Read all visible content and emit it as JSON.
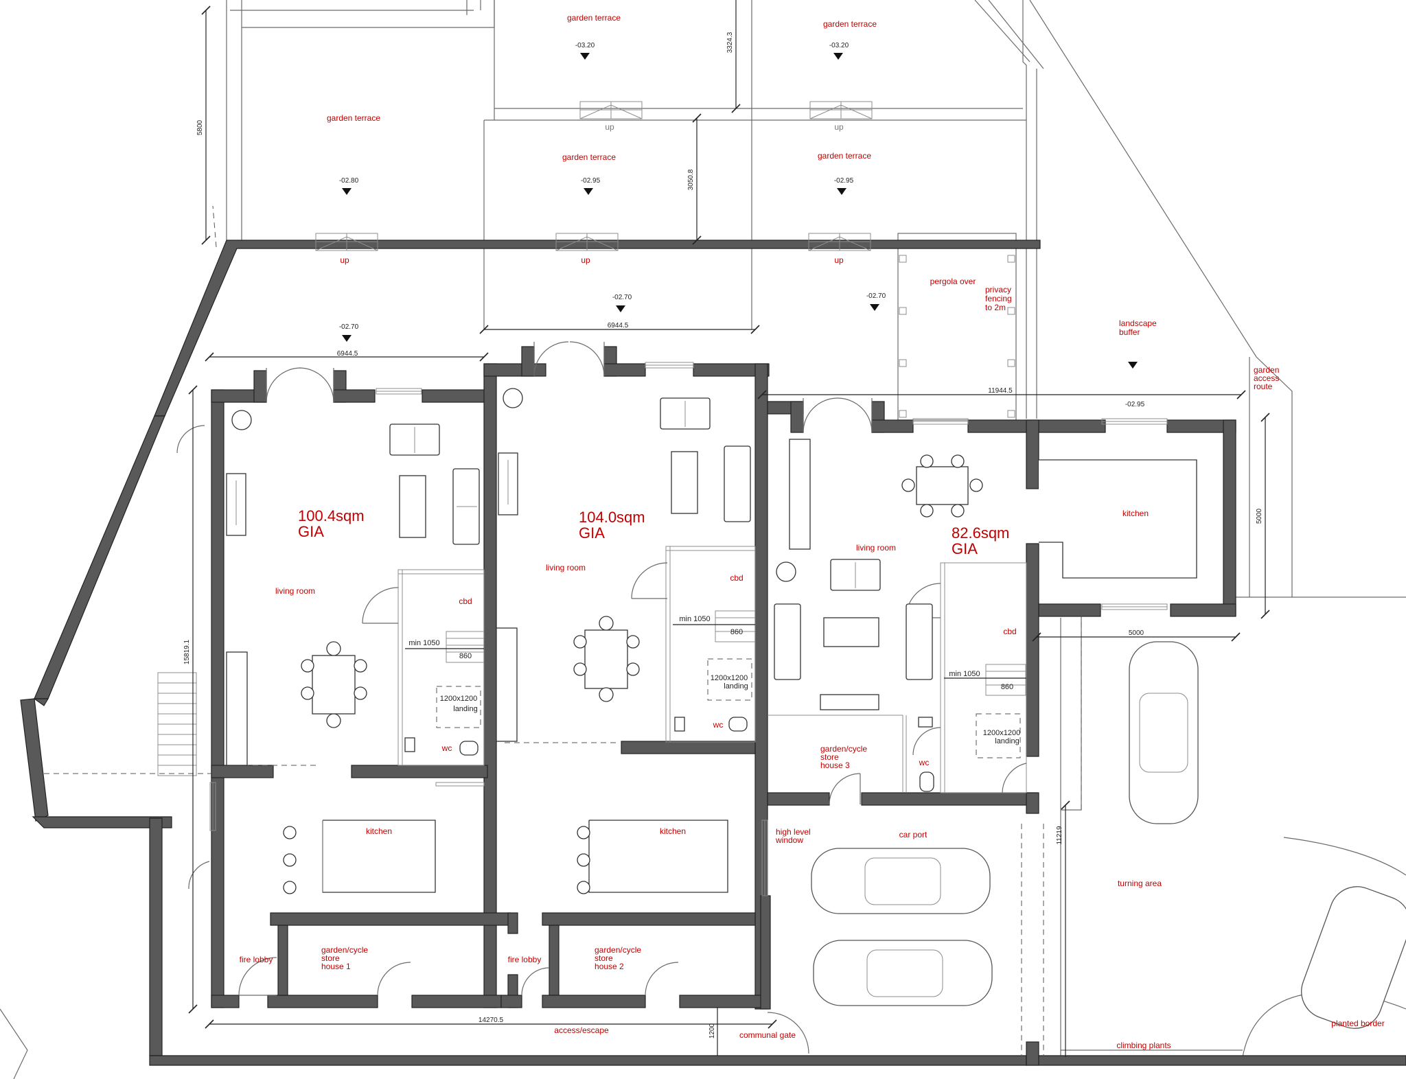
{
  "labels": {
    "garden_terrace": "garden terrace",
    "up": "up",
    "pergola_over": "pergola over",
    "privacy_fencing": [
      "privacy",
      "fencing",
      "to 2m"
    ],
    "landscape_buffer": [
      "landscape",
      "buffer"
    ],
    "garden_access_route": [
      "garden",
      "access",
      "route"
    ],
    "house1_area": [
      "100.4sqm",
      "GIA"
    ],
    "house2_area": [
      "104.0sqm",
      "GIA"
    ],
    "house3_area": [
      "82.6sqm",
      "GIA"
    ],
    "living_room": "living room",
    "kitchen": "kitchen",
    "cbd": "cbd",
    "wc": "wc",
    "min_1050": "min 1050",
    "w860": "860",
    "landing": [
      "1200x1200",
      "landing"
    ],
    "store_house1": [
      "garden/cycle",
      "store",
      "house 1"
    ],
    "store_house2": [
      "garden/cycle",
      "store",
      "house 2"
    ],
    "store_house3": [
      "garden/cycle",
      "store",
      "house 3"
    ],
    "fire_lobby": "fire lobby",
    "high_level_window": [
      "high level",
      "window"
    ],
    "car_port": "car port",
    "turning_area": "turning area",
    "planted_border": "planted border",
    "climbing_plants": "climbing plants",
    "access_escape": "access/escape",
    "communal_gate": "communal gate"
  },
  "levels": {
    "l_320a": "-03.20",
    "l_320b": "-03.20",
    "l_280": "-02.80",
    "l_295a": "-02.95",
    "l_295b": "-02.95",
    "l_270a": "-02.70",
    "l_270b": "-02.70",
    "l_270c": "-02.70",
    "l_295c": "-02.95"
  },
  "dimensions": {
    "d_5800": "5800",
    "d_3324": "3324.3",
    "d_3050": "3050.8",
    "d_6944a": "6944.5",
    "d_6944b": "6944.5",
    "d_11944": "11944.5",
    "d_15819": "15819.1",
    "d_5000v": "5000",
    "d_5000h": "5000",
    "d_11219": "11219",
    "d_14270": "14270.5",
    "d_1200": "1200"
  },
  "colors": {
    "wall": "#595959",
    "annotation": "#c00000",
    "line": "#6a6a6a"
  }
}
